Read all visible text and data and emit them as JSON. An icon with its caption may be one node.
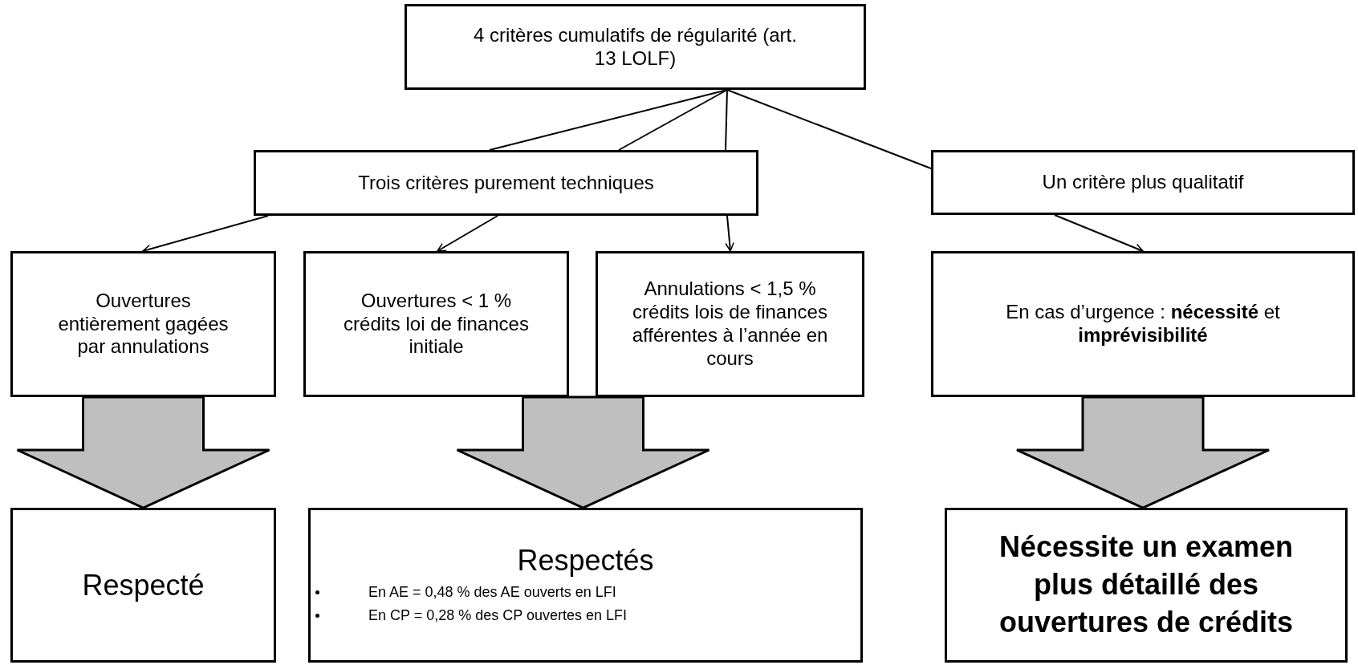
{
  "diagram": {
    "nodes": [
      {
        "text": [
          "4 critères cumulatifs de régularité (art. 13 LOLF)"
        ]
      },
      {
        "text": [
          "Trois critères purement techniques"
        ]
      },
      {
        "text": [
          "Ouvertures entièrement gagées par annulations"
        ]
      },
      {
        "text": [
          "Ouvertures < 1 % crédits loi de finances initiale"
        ]
      },
      {
        "text": [
          "Annulations < 1,5 % crédits lois de finances afférentes à l’année en cours"
        ]
      },
      {
        "text": [
          "Un critère plus qualitatif"
        ]
      },
      {
        "text": [
          "En cas d’urgence : **nécessité** et **imprévisibilité**"
        ]
      },
      {
        "text": [
          "Respecté"
        ]
      },
      {
        "text": [
          "Respectés",
          "En AE = 0,48 % des AE ouverts en LFI",
          "En CP = 0,28 % des CP ouvertes en LFI"
        ]
      },
      {
        "text": [
          "Nécessite un examen plus détaillé des ouvertures de crédits"
        ]
      }
    ],
    "edges": [
      {
        "from": 0,
        "to": 1,
        "arrow": "none"
      },
      {
        "from": 0,
        "to": 1,
        "arrow": "none"
      },
      {
        "from": 0,
        "to": 1,
        "arrow": "none"
      },
      {
        "from": 0,
        "to": 5,
        "arrow": "none"
      },
      {
        "from": 1,
        "to": 2,
        "arrow": "to"
      },
      {
        "from": 1,
        "to": 3,
        "arrow": "to"
      },
      {
        "from": 1,
        "to": 4,
        "arrow": "to"
      },
      {
        "from": 5,
        "to": 6,
        "arrow": "to"
      },
      {
        "from": 2,
        "to": 7,
        "arrow": "to",
        "style": "thick",
        "color": "#bfbfbf"
      },
      {
        "from": 3,
        "to": 8,
        "arrow": "to",
        "style": "thick",
        "color": "#bfbfbf"
      },
      {
        "from": 4,
        "to": 8,
        "arrow": "to",
        "style": "thick",
        "color": "#bfbfbf"
      },
      {
        "from": 6,
        "to": 9,
        "arrow": "to",
        "style": "thick",
        "color": "#bfbfbf"
      }
    ]
  }
}
